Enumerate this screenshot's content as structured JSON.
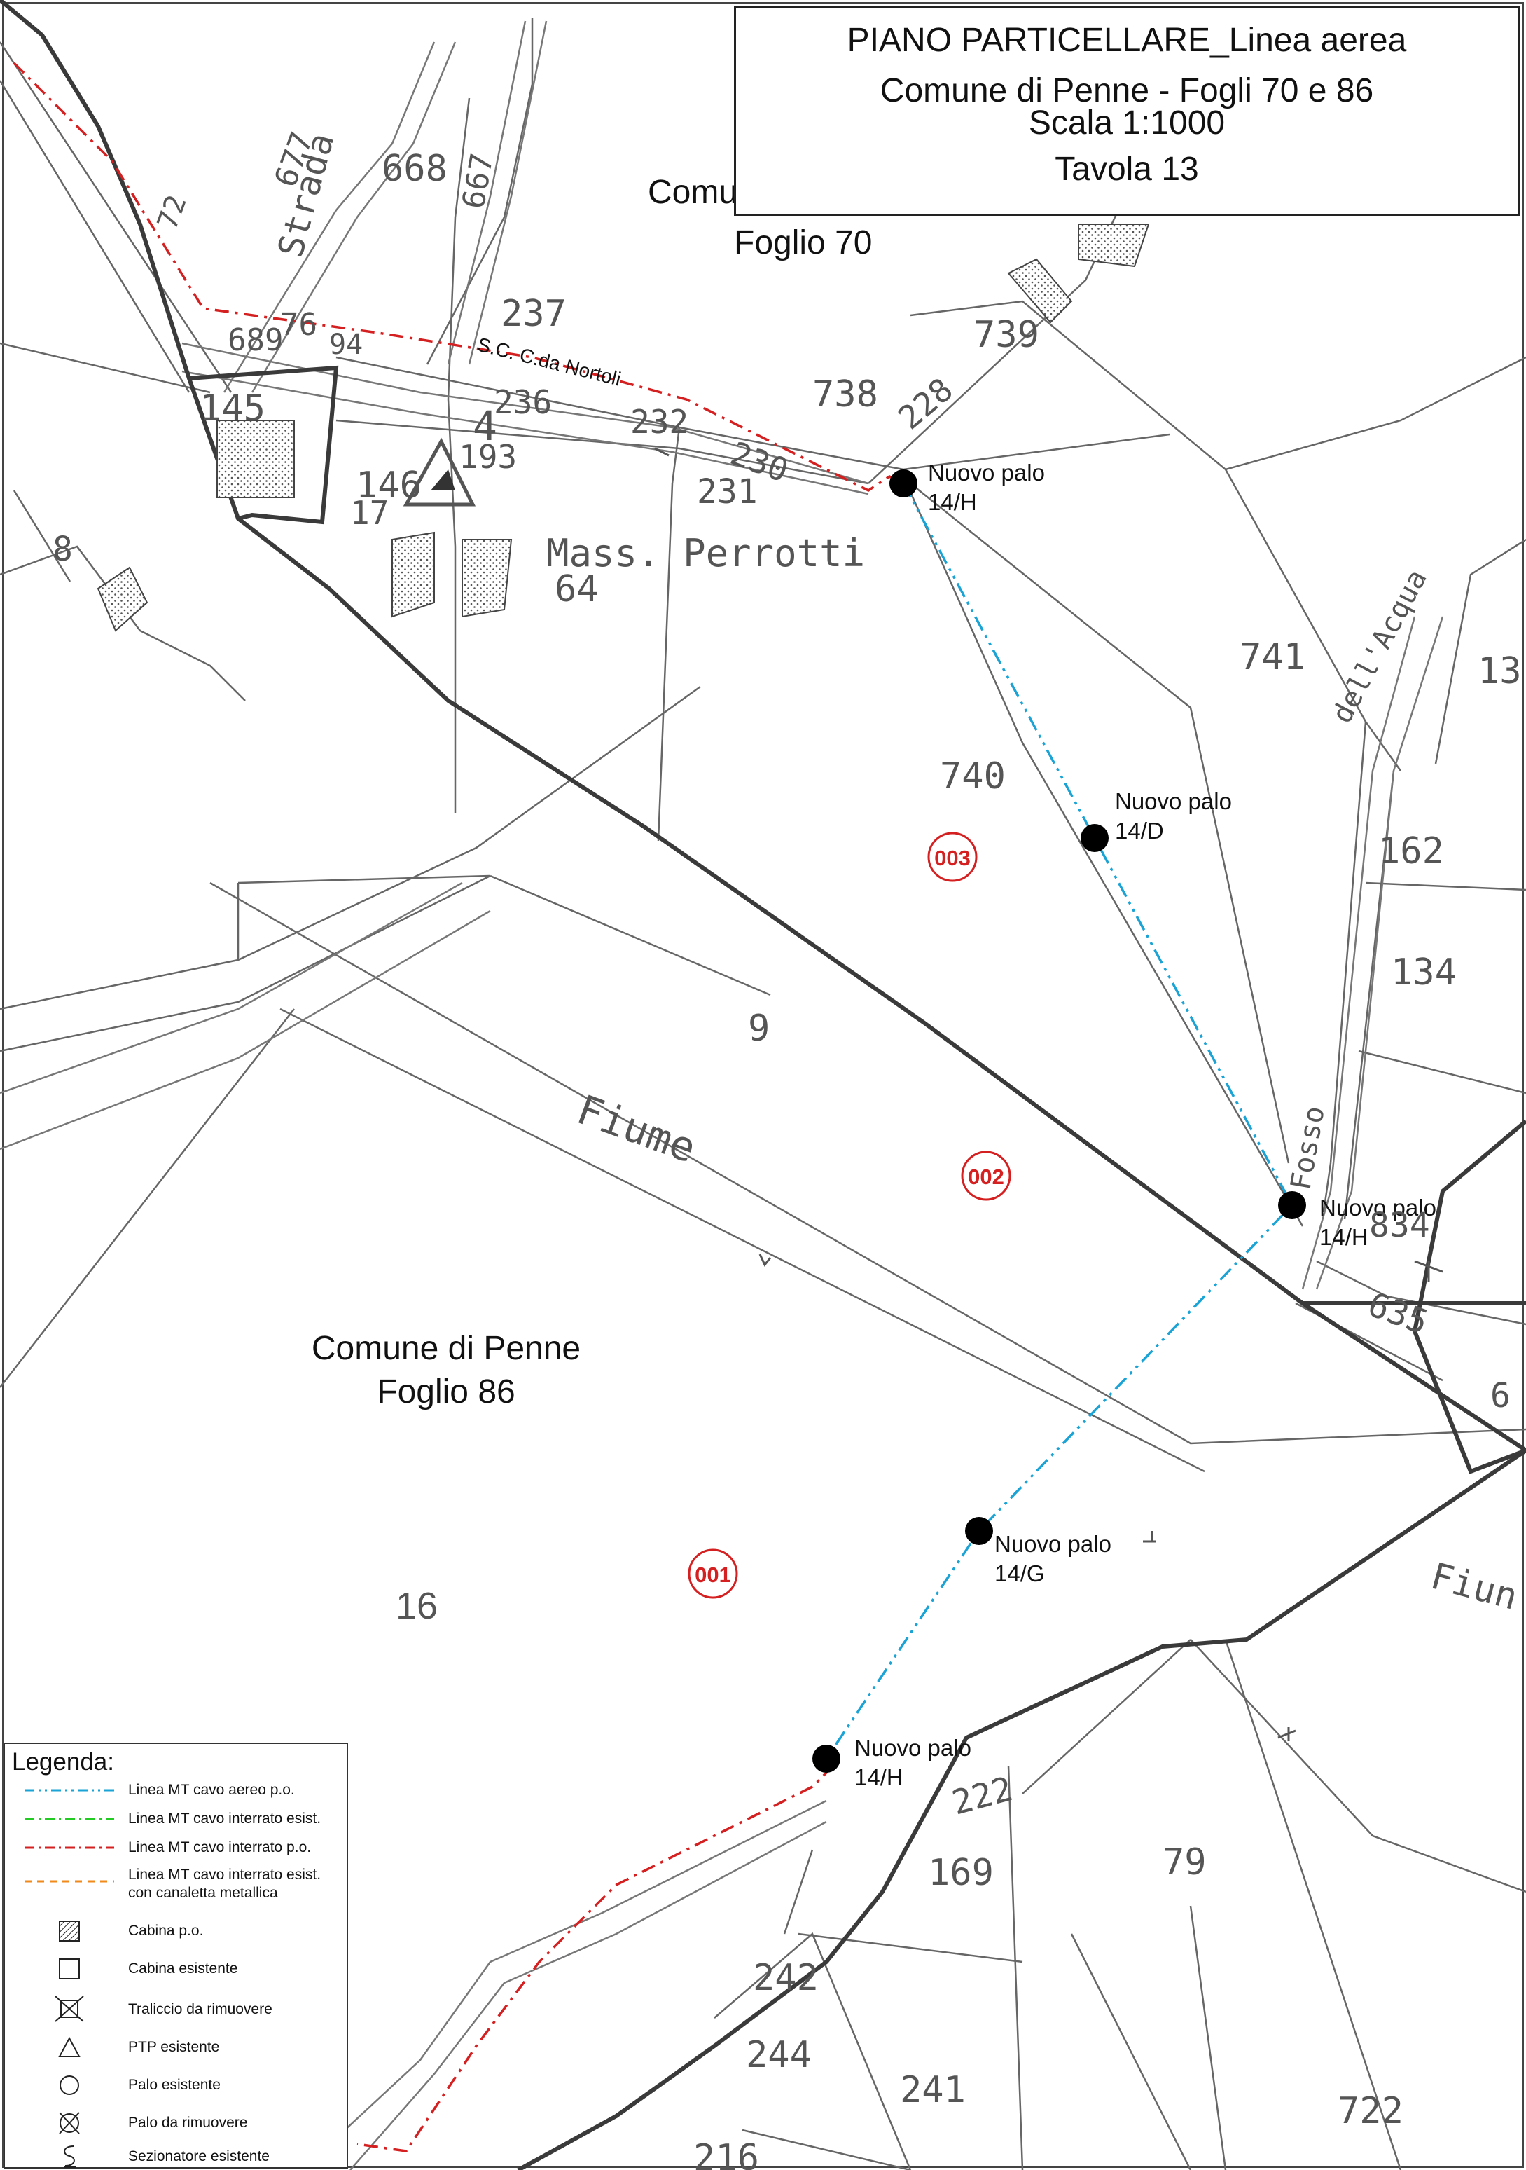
{
  "title": {
    "line1": "PIANO PARTICELLARE_Linea aerea",
    "line2": "Comune di Penne - Fogli 70 e 86",
    "line3": "Scala 1:1000",
    "line4": "Tavola 13"
  },
  "labels": {
    "comune_top_partial": "Comu",
    "foglio_70": "Foglio 70",
    "comune_penne": "Comune di Penne",
    "foglio_86": "Foglio 86",
    "strada_name": "S.C. C.da Nortoli",
    "strada": "Strada",
    "masseria": "Mass. Perrotti",
    "fiume": "Fiume",
    "fiume_partial": "Fiun",
    "fosso": "Fosso",
    "dell_acqua": "dell'Acqua"
  },
  "parcels": {
    "p668": "668",
    "p677": "677",
    "p667": "667",
    "p237": "237",
    "p689": "689",
    "p76": "76",
    "p94": "94",
    "p72": "72",
    "p236": "236",
    "p145": "145",
    "p146": "146",
    "p193": "193",
    "p17": "17",
    "p4": "4",
    "p64": "64",
    "p231": "231",
    "p230": "230",
    "p232": "232",
    "p228": "228",
    "p738": "738",
    "p739": "739",
    "p741": "741",
    "p13": "13",
    "p740": "740",
    "p162": "162",
    "p134": "134",
    "p9": "9",
    "p16": "16",
    "p834": "834",
    "p635": "635",
    "p6": "6",
    "p222": "222",
    "p169": "169",
    "p79": "79",
    "p242": "242",
    "p244": "244",
    "p241": "241",
    "p722": "722",
    "p216": "216",
    "p8": "8"
  },
  "poles": [
    {
      "label1": "Nuovo palo",
      "label2": "14/H"
    },
    {
      "label1": "Nuovo palo",
      "label2": "14/D"
    },
    {
      "label1": "Nuovo palo",
      "label2": "14/H"
    },
    {
      "label1": "Nuovo palo",
      "label2": "14/G"
    },
    {
      "label1": "Nuovo palo",
      "label2": "14/H"
    }
  ],
  "markers": [
    {
      "code": "003"
    },
    {
      "code": "002"
    },
    {
      "code": "001"
    }
  ],
  "legend": {
    "title": "Legenda:",
    "items": [
      {
        "label": "Linea MT cavo aereo p.o.",
        "symbol": "line",
        "color": "#1aa3d4"
      },
      {
        "label": "Linea MT cavo interrato esist.",
        "symbol": "line",
        "color": "#22cc22"
      },
      {
        "label": "Linea MT cavo interrato p.o.",
        "symbol": "line",
        "color": "#d42020"
      },
      {
        "label": "Linea MT cavo interrato esist.",
        "label2": "con canaletta metallica",
        "symbol": "line",
        "color": "#f08a1c"
      },
      {
        "label": "Cabina p.o.",
        "symbol": "hatched-square"
      },
      {
        "label": "Cabina esistente",
        "symbol": "square"
      },
      {
        "label": "Traliccio da rimuovere",
        "symbol": "crossed-square"
      },
      {
        "label": "PTP esistente",
        "symbol": "triangle"
      },
      {
        "label": "Palo esistente",
        "symbol": "circle"
      },
      {
        "label": "Palo da rimuovere",
        "symbol": "crossed-circle"
      },
      {
        "label": "Sezionatore esistente",
        "symbol": "switch"
      }
    ]
  },
  "colors": {
    "aerial_line": "#1aa3d4",
    "buried_line": "#d42020",
    "boundary": "#3a3a3a",
    "parcel_line": "#555555",
    "marker": "#d42020"
  }
}
